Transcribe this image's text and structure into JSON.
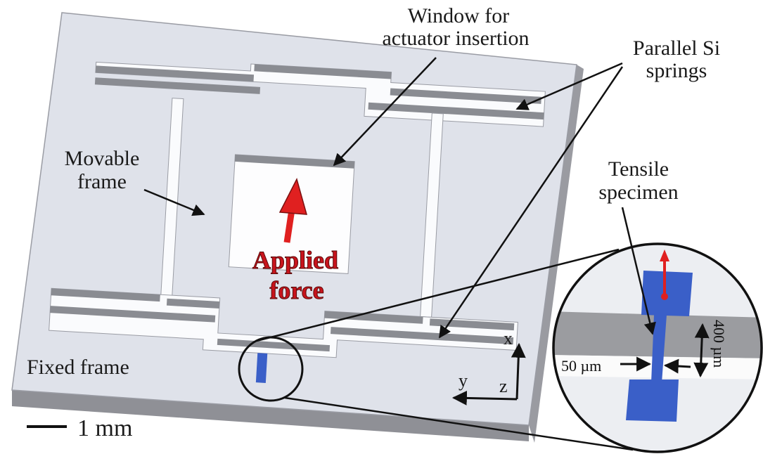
{
  "labels": {
    "window_line1": "Window for",
    "window_line2": "actuator insertion",
    "springs_line1": "Parallel Si",
    "springs_line2": "springs",
    "movable_line1": "Movable",
    "movable_line2": "frame",
    "tensile_line1": "Tensile",
    "tensile_line2": "specimen",
    "force_line1": "Applied",
    "force_line2": "force",
    "fixed_frame": "Fixed frame",
    "scale_bar": "1 mm",
    "axis_x": "x",
    "axis_y": "y",
    "axis_z": "z",
    "gauge_width": "50 µm",
    "gauge_length": "400 µm"
  },
  "colors": {
    "plate": "#dfe2ea",
    "slot_shadow": "#8a8c92",
    "specimen": "#3a5fc8",
    "force_arrow": "#e02020"
  }
}
